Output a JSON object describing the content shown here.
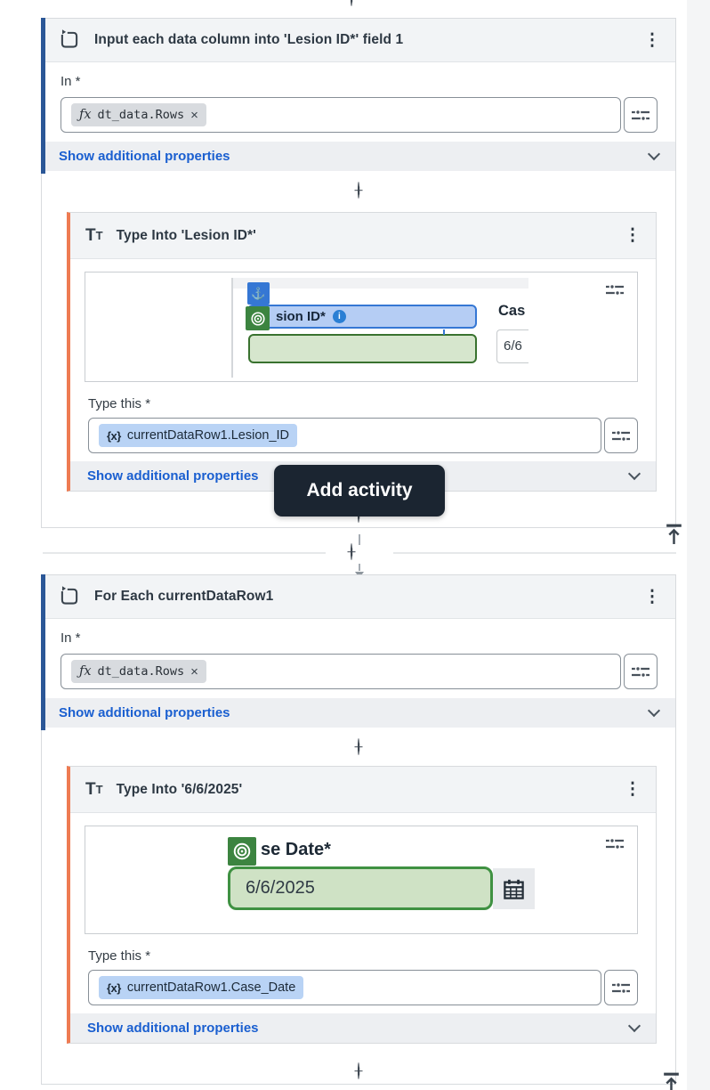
{
  "ui": {
    "tooltip": "Add activity"
  },
  "icons": {
    "fx": "ƒx",
    "var": "{x}",
    "close": "×",
    "kebab": "⋮",
    "anchor": "⚓",
    "info": "i",
    "tt_large": "T",
    "tt_small": "T"
  },
  "for_each_1": {
    "title": "Input each data column into 'Lesion ID*' field 1",
    "in_label": "In *",
    "in_value": "dt_data.Rows",
    "show_more": "Show additional properties"
  },
  "type_into_1": {
    "title": "Type Into 'Lesion ID*'",
    "type_this_label": "Type this *",
    "value": "currentDataRow1.Lesion_ID",
    "show_more": "Show additional properties",
    "preview": {
      "field_label": "sion ID*",
      "next_field_label": "Cas",
      "next_field_value": "6/6"
    }
  },
  "for_each_2": {
    "title": "For Each currentDataRow1",
    "in_label": "In *",
    "in_value": "dt_data.Rows",
    "show_more": "Show additional properties"
  },
  "type_into_2": {
    "title": "Type Into '6/6/2025'",
    "type_this_label": "Type this *",
    "value": "currentDataRow1.Case_Date",
    "show_more": "Show additional properties",
    "preview": {
      "field_label": "se Date*",
      "field_value": "6/6/2025"
    }
  },
  "colors": {
    "for_each_accent": "#2b5797",
    "type_into_accent": "#ee7b52",
    "link": "#1a5fd0",
    "tooltip_bg": "#1b2531",
    "target_green": "#3c8440",
    "anchor_blue": "#3577d4",
    "chip_blue": "#b9d3f5",
    "chip_gray": "#d8dbdf"
  }
}
